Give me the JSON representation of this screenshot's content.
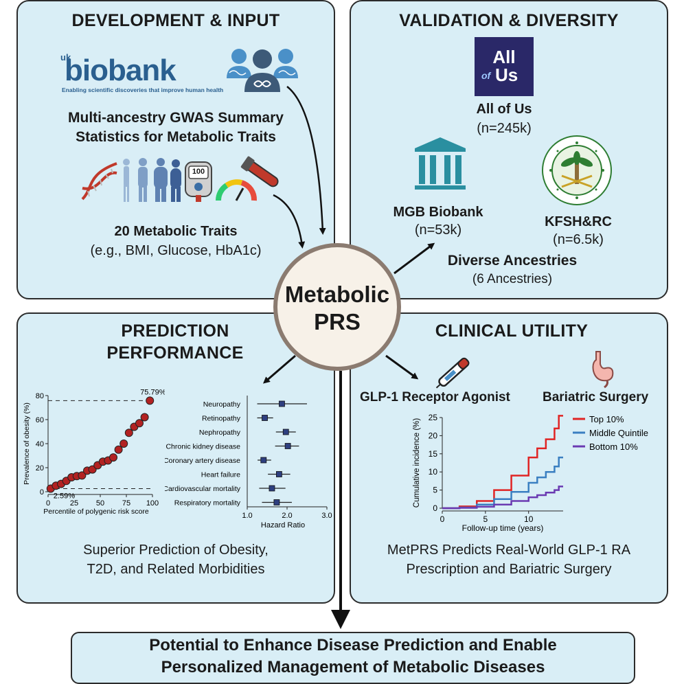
{
  "dev": {
    "title": "DEVELOPMENT & INPUT",
    "logo_uk": "uk",
    "logo_name": "biobank",
    "logo_tagline": "Enabling scientific discoveries that improve human health",
    "gwas_line1": "Multi-ancestry GWAS Summary",
    "gwas_line2": "Statistics for Metabolic Traits",
    "glucometer_value": "100",
    "traits_title": "20 Metabolic Traits",
    "traits_examples": "(e.g., BMI, Glucose, HbA1c)"
  },
  "val": {
    "title": "VALIDATION & DIVERSITY",
    "allofus_logo_line1": "All",
    "allofus_logo_of": "of",
    "allofus_logo_us": "Us",
    "allofus_name": "All of Us",
    "allofus_n": "(n=245k)",
    "mgb_name": "MGB Biobank",
    "mgb_n": "(n=53k)",
    "kfsh_name": "KFSH&RC",
    "kfsh_n": "(n=6.5k)",
    "ancestries_title": "Diverse Ancestries",
    "ancestries_n": "(6 Ancestries)"
  },
  "center": {
    "line1": "Metabolic",
    "line2": "PRS"
  },
  "pred": {
    "title_line1": "PREDICTION",
    "title_line2": "PERFORMANCE",
    "summary_line1": "Superior Prediction of Obesity,",
    "summary_line2": "T2D, and Related Morbidities"
  },
  "clin": {
    "title": "CLINICAL UTILITY",
    "glp1_label": "GLP-1 Receptor Agonist",
    "bariatric_label": "Bariatric Surgery",
    "summary_line1": "MetPRS Predicts Real-World GLP-1 RA",
    "summary_line2": "Prescription and Bariatric Surgery"
  },
  "bottom": {
    "line1": "Potential to Enhance Disease Prediction and Enable",
    "line2": "Personalized Management of Metabolic Diseases"
  },
  "colors": {
    "panel_bg": "#d9eef6",
    "point_red": "#b22222",
    "forest_blue": "#2e3f7f",
    "top10": "#e02424",
    "middle": "#3a7fc1",
    "bottom10": "#6a3ab2",
    "allofus_bg": "#2a2868",
    "institution_teal": "#2a8fa0"
  },
  "chart_data": [
    {
      "type": "scatter",
      "xlabel": "Percentile of polygenic risk score",
      "ylabel": "Prevalence of obesity (%)",
      "xlim": [
        0,
        100
      ],
      "ylim": [
        0,
        80
      ],
      "xticks": [
        0,
        25,
        50,
        75,
        100
      ],
      "yticks": [
        0,
        20,
        40,
        60,
        80
      ],
      "annotations": [
        "75.79%",
        "2.59%"
      ],
      "x": [
        2.5,
        7.5,
        12.5,
        17.5,
        22.5,
        27.5,
        32.5,
        37.5,
        42.5,
        47.5,
        52.5,
        57.5,
        62.5,
        67.5,
        72.5,
        77.5,
        82.5,
        87.5,
        92.5,
        97.5
      ],
      "values": [
        2.59,
        5,
        6.5,
        9,
        12,
        13,
        13.5,
        17.5,
        18.5,
        22,
        25,
        26,
        28.5,
        35,
        40,
        49,
        54,
        57,
        62,
        75.79
      ],
      "reference_lines": [
        2.59,
        75.79
      ],
      "grid": false
    },
    {
      "type": "forest",
      "xlabel": "Hazard Ratio",
      "xlim": [
        1.0,
        3.0
      ],
      "xticks": [
        "1.0",
        "2.0",
        "3.0"
      ],
      "categories": [
        "Neuropathy",
        "Retinopathy",
        "Nephropathy",
        "Chronic kidney disease",
        "Coronary artery disease",
        "Heart failure",
        "Cardiovascular mortality",
        "Respiratory mortality"
      ],
      "hr": [
        1.87,
        1.44,
        1.97,
        2.02,
        1.41,
        1.8,
        1.62,
        1.74
      ],
      "lower": [
        1.25,
        1.25,
        1.72,
        1.7,
        1.26,
        1.52,
        1.3,
        1.37
      ],
      "upper": [
        2.5,
        1.65,
        2.22,
        2.3,
        1.6,
        2.08,
        1.96,
        2.12
      ],
      "grid": false
    },
    {
      "type": "line",
      "xlabel": "Follow-up time (years)",
      "ylabel": "Cumulative incidence (%)",
      "xlim": [
        0,
        14
      ],
      "ylim": [
        0,
        25
      ],
      "xticks": [
        0,
        5,
        10
      ],
      "yticks": [
        0,
        5,
        10,
        15,
        20,
        25
      ],
      "legend_position": "top-right",
      "series": [
        {
          "name": "Top 10%",
          "x": [
            0,
            2,
            4,
            6,
            8,
            10,
            11,
            12,
            13,
            13.5,
            14
          ],
          "values": [
            0,
            0.5,
            2,
            5,
            9,
            14,
            16.5,
            19,
            22,
            25.5,
            25.5
          ]
        },
        {
          "name": "Middle Quintile",
          "x": [
            0,
            2,
            4,
            6,
            8,
            10,
            11,
            12,
            13,
            13.5,
            14
          ],
          "values": [
            0,
            0.2,
            1,
            2.5,
            4.5,
            7,
            8.5,
            10,
            11.5,
            14,
            14
          ]
        },
        {
          "name": "Bottom 10%",
          "x": [
            0,
            2,
            4,
            6,
            8,
            10,
            11,
            12,
            13,
            13.5,
            14
          ],
          "values": [
            0,
            0.1,
            0.4,
            1,
            2,
            3,
            3.6,
            4.3,
            5,
            6,
            6
          ]
        }
      ]
    }
  ]
}
